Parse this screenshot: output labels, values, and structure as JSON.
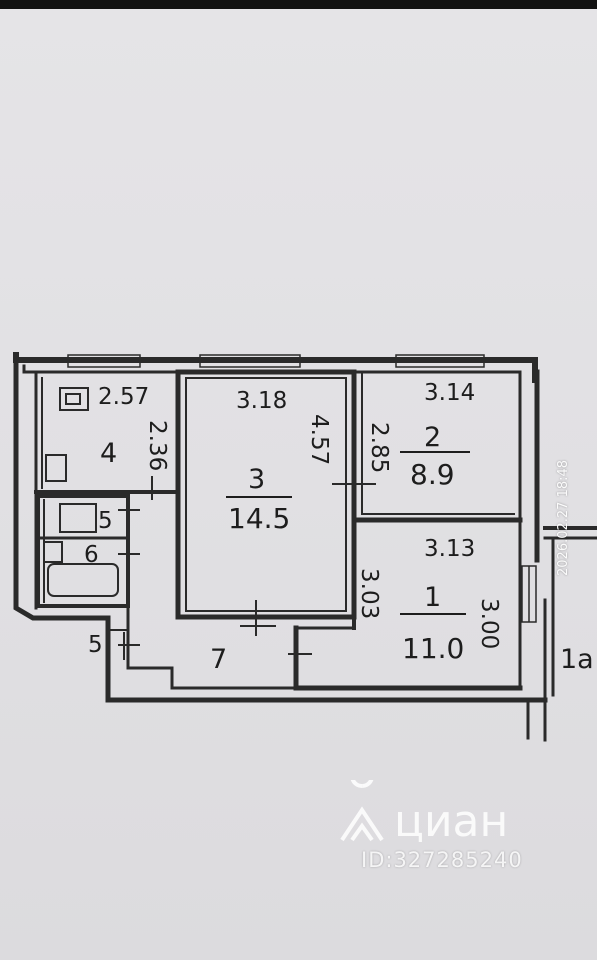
{
  "plan": {
    "rooms": [
      {
        "id": "4",
        "number": "4",
        "dims": [
          "2.57",
          "2.36"
        ]
      },
      {
        "id": "3",
        "number": "3",
        "area": "14.5",
        "dims": [
          "3.18",
          "4.57"
        ]
      },
      {
        "id": "2",
        "number": "2",
        "area": "8.9",
        "dims": [
          "3.14",
          "2.85"
        ]
      },
      {
        "id": "1",
        "number": "1",
        "area": "11.0",
        "dims": [
          "3.13",
          "3.03",
          "3.00"
        ]
      },
      {
        "id": "5",
        "number": "5"
      },
      {
        "id": "6",
        "number": "6"
      },
      {
        "id": "5b",
        "number": "5"
      },
      {
        "id": "7",
        "number": "7"
      },
      {
        "id": "1a",
        "number": "1a"
      }
    ]
  },
  "stamp": {
    "timestamp": "2026.02.27 18:48"
  },
  "watermark": {
    "brand": "циан",
    "id_text": "ID:327285240"
  },
  "colors": {
    "ink": "#1d1d1d",
    "paper": "#e4e3e6",
    "wall": "#2a2a2a"
  }
}
